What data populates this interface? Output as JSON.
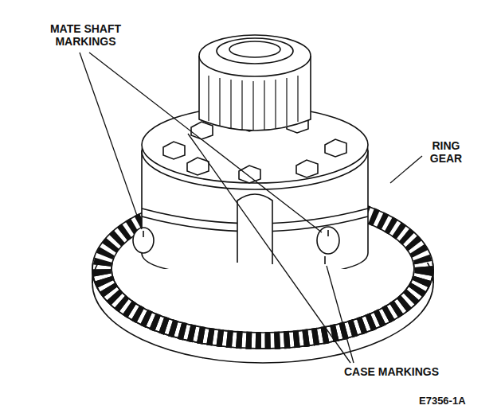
{
  "diagram": {
    "labels": [
      "MATE SHAFT MARKINGS",
      "RING GEAR",
      "CASE MARKINGS",
      "E7356-1A"
    ]
  }
}
